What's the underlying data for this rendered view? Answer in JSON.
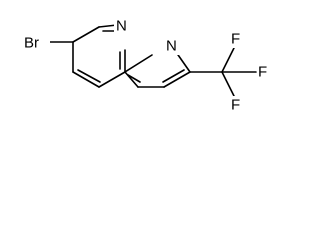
{
  "molecule": {
    "atoms": {
      "bromine": "Br",
      "nitrogen_1": "N",
      "nitrogen_8": "N",
      "fluorine_top": "F",
      "fluorine_right": "F",
      "fluorine_bottom": "F"
    }
  }
}
